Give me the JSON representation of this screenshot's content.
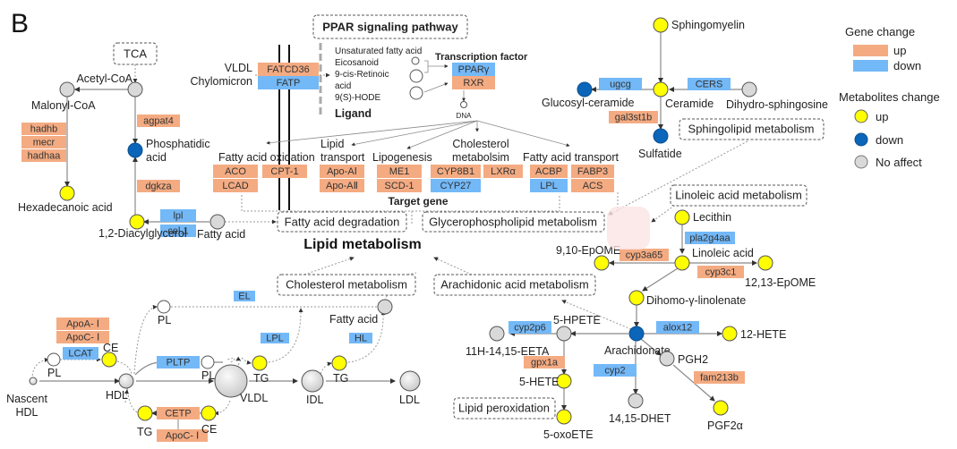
{
  "panel_label": "B",
  "colors": {
    "gene_up": "#F4AB82",
    "gene_down": "#73B8F7",
    "met_up": "#FFFF00",
    "met_down": "#0B65B8",
    "met_none": "#D9D9D9",
    "open": "#FFFFFF"
  },
  "legend": {
    "gene_title": "Gene change",
    "gene_up": "up",
    "gene_down": "down",
    "met_title": "Metabolites change",
    "met_up": "up",
    "met_down": "down",
    "met_none": "No affect"
  },
  "center_title": "Lipid metabolism",
  "ppar": {
    "title": "PPAR signaling pathway",
    "ligand_title": "Ligand",
    "ligands": [
      "Unsaturated fatty acid",
      "Eicosanoid",
      "9-cis-Retinoic",
      "acid",
      "9(S)-HODE"
    ],
    "tf_title": "Transcription factor",
    "tf_genes": [
      {
        "name": "PPARγ",
        "change": "down"
      },
      {
        "name": "RXR",
        "change": "up"
      }
    ],
    "dna": "DNA",
    "target_title": "Target gene",
    "vldl": "VLDL",
    "chylomicron": "Chylomicron",
    "transporters": [
      {
        "name": "FATCD36",
        "change": "up"
      },
      {
        "name": "FATP",
        "change": "down"
      }
    ],
    "target_groups": [
      {
        "title": "Fatty acid oxidation",
        "genes": [
          {
            "name": "ACO",
            "change": "up"
          },
          {
            "name": "LCAD",
            "change": "up"
          },
          {
            "name": "CPT-1",
            "change": "up"
          }
        ]
      },
      {
        "title_l1": "Lipid",
        "title_l2": "transport",
        "genes": [
          {
            "name": "Apo-AⅠ",
            "change": "up"
          },
          {
            "name": "Apo-AⅡ",
            "change": "up"
          }
        ]
      },
      {
        "title": "Lipogenesis",
        "genes": [
          {
            "name": "ME1",
            "change": "up"
          },
          {
            "name": "SCD-1",
            "change": "up"
          }
        ]
      },
      {
        "title_l1": "Cholesterol",
        "title_l2": "metabolsim",
        "genes": [
          {
            "name": "CYP8B1",
            "change": "up"
          },
          {
            "name": "CYP27",
            "change": "down"
          },
          {
            "name": "LXRα",
            "change": "up"
          }
        ]
      },
      {
        "title": "Fatty acid transport",
        "genes": [
          {
            "name": "ACBP",
            "change": "up"
          },
          {
            "name": "LPL",
            "change": "down"
          },
          {
            "name": "FABP3",
            "change": "up"
          },
          {
            "name": "ACS",
            "change": "up"
          }
        ]
      }
    ]
  },
  "pathways": {
    "tca": "TCA",
    "fatty_acid_degradation": "Fatty acid degradation",
    "glycerophospholipid": "Glycerophospholipid metabolism",
    "sphingolipid": "Sphingolipid metabolism",
    "linoleic": "Linoleic acid metabolism",
    "cholesterol": "Cholesterol metabolism",
    "arachidonic": "Arachidonic acid metabolism",
    "lipid_peroxidation": "Lipid peroxidation"
  },
  "metabolites": {
    "acetyl_coa": {
      "label": "Acetyl-CoA",
      "change": "none"
    },
    "malonyl_coa": {
      "label": "Malonyl-CoA",
      "change": "none"
    },
    "hexadecanoic": {
      "label": "Hexadecanoic acid",
      "change": "up"
    },
    "phosphatidic": {
      "label_l1": "Phosphatidic",
      "label_l2": "acid",
      "change": "down"
    },
    "diacylglycerol": {
      "label": "1,2-Diacylglycerol",
      "change": "up"
    },
    "fatty_acid_1": {
      "label": "Fatty acid",
      "change": "none"
    },
    "sphingomyelin": {
      "label": "Sphingomyelin",
      "change": "up"
    },
    "ceramide": {
      "label": "Ceramide",
      "change": "up"
    },
    "glucosyl_ceramide": {
      "label": "Glucosyl-ceramide",
      "change": "down"
    },
    "dihydro_sphingosine": {
      "label": "Dihydro-sphingosine",
      "change": "none"
    },
    "sulfatide": {
      "label": "Sulfatide",
      "change": "down"
    },
    "lecithin": {
      "label": "Lecithin",
      "change": "up"
    },
    "linoleic_acid": {
      "label": "Linoleic acid",
      "change": "up"
    },
    "epome_910": {
      "label": "9,10-EpOME",
      "change": "up"
    },
    "epome_1213": {
      "label": "12,13-EpOME",
      "change": "up"
    },
    "dihomo": {
      "label": "Dihomo-γ-linolenate",
      "change": "up"
    },
    "arachidonate": {
      "label": "Arachidonate",
      "change": "down"
    },
    "hpete5": {
      "label": "5-HPETE",
      "change": "none"
    },
    "eeta": {
      "label": "11H-14,15-EETA",
      "change": "none"
    },
    "hete12": {
      "label": "12-HETE",
      "change": "up"
    },
    "hete5": {
      "label": "5-HETE",
      "change": "up"
    },
    "oxoete5": {
      "label": "5-oxoETE",
      "change": "up"
    },
    "dhet": {
      "label": "14,15-DHET",
      "change": "none"
    },
    "pgh2": {
      "label": "PGH2",
      "change": "none"
    },
    "pgf2a": {
      "label": "PGF2α",
      "change": "up"
    },
    "nascent_hdl": {
      "label_l1": "Nascent",
      "label_l2": "HDL",
      "change": "none"
    },
    "pl_1": {
      "label": "PL",
      "change": "open"
    },
    "ce_1": {
      "label": "CE",
      "change": "up"
    },
    "hdl": {
      "label": "HDL",
      "change": "none"
    },
    "pl_top": {
      "label": "PL",
      "change": "open"
    },
    "pl_2": {
      "label": "PL",
      "change": "open"
    },
    "tg_1": {
      "label": "TG",
      "change": "up"
    },
    "ce_2": {
      "label": "CE",
      "change": "up"
    },
    "vldl": {
      "label": "VLDL",
      "change": "none"
    },
    "tg_2": {
      "label": "TG",
      "change": "up"
    },
    "idl": {
      "label": "IDL",
      "change": "none"
    },
    "tg_3": {
      "label": "TG",
      "change": "up"
    },
    "ldl": {
      "label": "LDL",
      "change": "none"
    },
    "fatty_acid_2": {
      "label": "Fatty acid",
      "change": "none"
    }
  },
  "genes": {
    "agpat4": {
      "name": "agpat4",
      "change": "up"
    },
    "hadhb": {
      "name": "hadhb",
      "change": "up"
    },
    "mecr": {
      "name": "mecr",
      "change": "up"
    },
    "hadhaa": {
      "name": "hadhaa",
      "change": "up"
    },
    "dgkza": {
      "name": "dgkza",
      "change": "up"
    },
    "lpl_small": {
      "name": "lpl",
      "change": "down"
    },
    "cel1": {
      "name": "cel.1",
      "change": "down"
    },
    "ugcg": {
      "name": "ugcg",
      "change": "down"
    },
    "cers": {
      "name": "CERS",
      "change": "down"
    },
    "gal3st1b": {
      "name": "gal3st1b",
      "change": "up"
    },
    "pla2g4aa": {
      "name": "pla2g4aa",
      "change": "down"
    },
    "cyp3a65": {
      "name": "cyp3a65",
      "change": "up"
    },
    "cyp3c1": {
      "name": "cyp3c1",
      "change": "up"
    },
    "alox12": {
      "name": "alox12",
      "change": "down"
    },
    "cyp2p6": {
      "name": "cyp2p6",
      "change": "down"
    },
    "gpx1a": {
      "name": "gpx1a",
      "change": "up"
    },
    "cyp2": {
      "name": "cyp2",
      "change": "down"
    },
    "fam213b": {
      "name": "fam213b",
      "change": "up"
    },
    "apoa1": {
      "name": "ApoA- Ⅰ",
      "change": "up"
    },
    "apoc1": {
      "name": "ApoC- Ⅰ",
      "change": "up"
    },
    "lcat": {
      "name": "LCAT",
      "change": "down"
    },
    "pltp": {
      "name": "PLTP",
      "change": "down"
    },
    "cetp": {
      "name": "CETP",
      "change": "up"
    },
    "apoc1_b": {
      "name": "ApoC- Ⅰ",
      "change": "up"
    },
    "el": {
      "name": "EL",
      "change": "down"
    },
    "lpl_big": {
      "name": "LPL",
      "change": "down"
    },
    "hl": {
      "name": "HL",
      "change": "down"
    }
  }
}
